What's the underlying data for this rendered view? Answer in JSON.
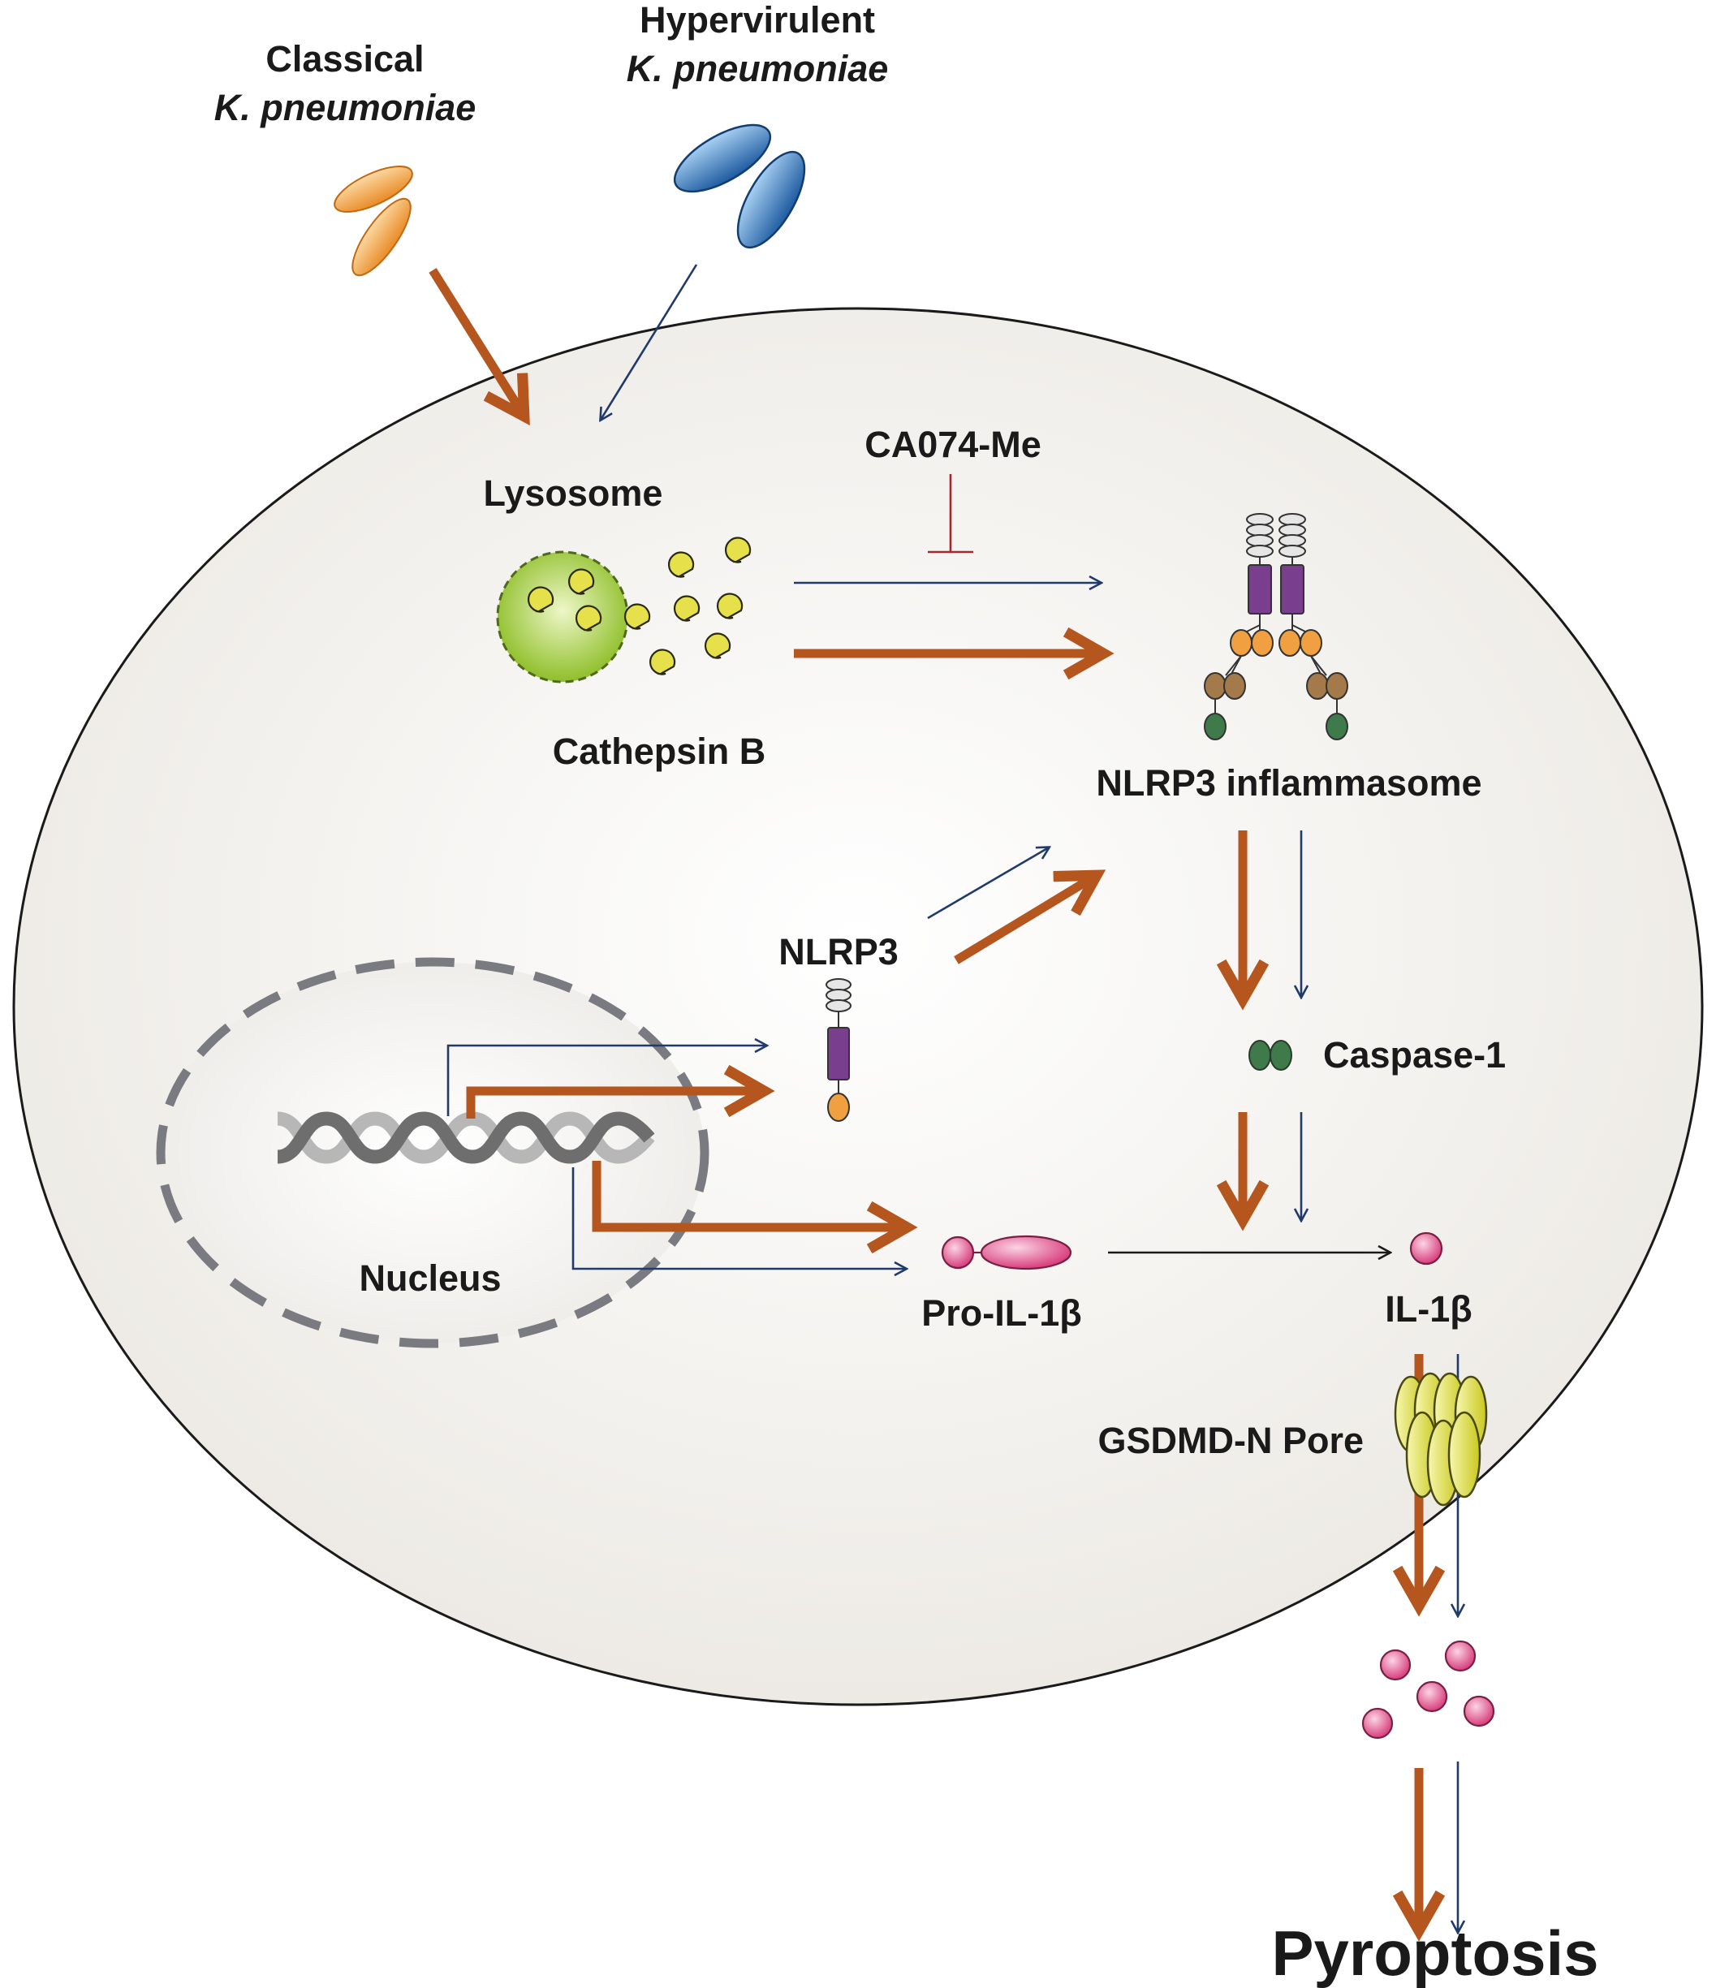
{
  "labels": {
    "classical_line1": "Classical",
    "classical_line2": "K. pneumoniae",
    "hypervirulent_line1": "Hypervirulent",
    "hypervirulent_line2": "K. pneumoniae",
    "lysosome": "Lysosome",
    "cathepsin_b": "Cathepsin B",
    "inhibitor": "CA074-Me",
    "inflammasome": "NLRP3 inflammasome",
    "nlrp3": "NLRP3",
    "caspase1": "Caspase-1",
    "nucleus": "Nucleus",
    "pro_il1b": "Pro-IL-1β",
    "il1b": "IL-1β",
    "pore": "GSDMD-N Pore",
    "outcome": "Pyroptosis"
  },
  "colors": {
    "classical_arrow": "#b5561f",
    "hypervirulent_arrow": "#1f3a6b",
    "inhibition": "#a3282d",
    "classical_bacterium": "#f0a040",
    "hypervirulent_bacterium": "#2f6fb5",
    "lysosome": "#9cc53a",
    "cathepsin": "#e6e04a",
    "il1b": "#e0508a",
    "pore": "#d8dc2e",
    "cell": "#eeebe5"
  }
}
